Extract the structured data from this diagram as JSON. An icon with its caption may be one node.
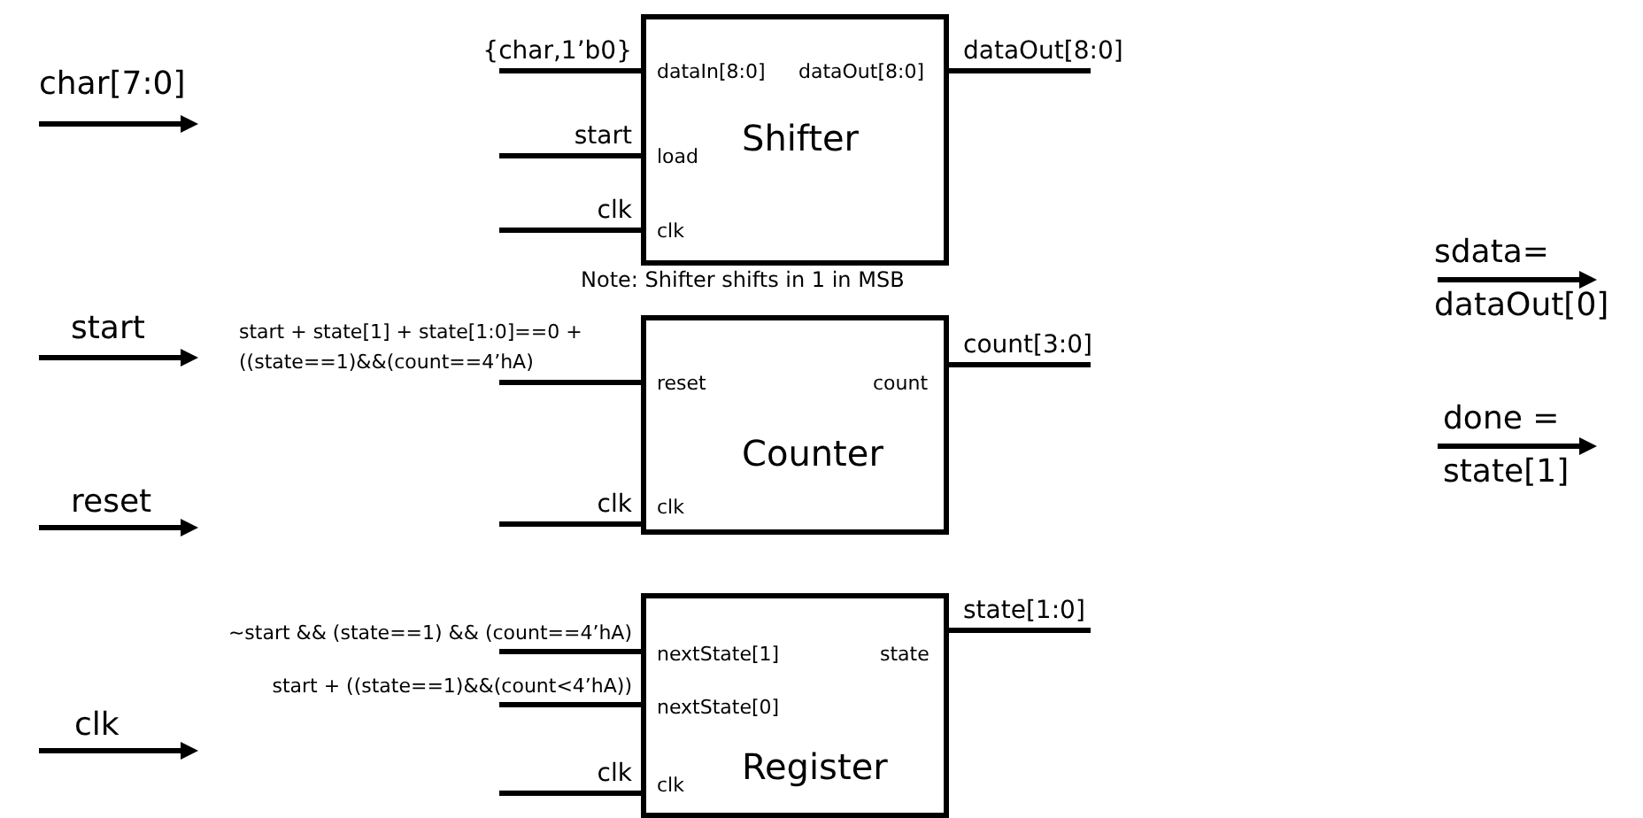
{
  "diagram": {
    "nodes": [
      {
        "text": [
          "dataIn[8:0]",
          "dataOut[8:0]",
          "Shifter",
          "load",
          "clk"
        ]
      },
      {
        "text": [
          "reset",
          "count",
          "Counter",
          "clk"
        ]
      },
      {
        "text": [
          "nextState[1]",
          "state",
          "nextState[0]",
          "Register",
          "clk"
        ]
      }
    ],
    "edges": [
      {
        "from": null,
        "to": 0,
        "arrow": "none",
        "label": "{char,1’b0}"
      },
      {
        "from": null,
        "to": 0,
        "arrow": "none",
        "label": "start"
      },
      {
        "from": null,
        "to": 0,
        "arrow": "none",
        "label": "clk"
      },
      {
        "from": 0,
        "to": null,
        "arrow": "none",
        "label": "dataOut[8:0]"
      },
      {
        "from": null,
        "to": 1,
        "arrow": "none",
        "label": "start + state[1] + state[1:0]==0 + ((state==1)&&(count==4’hA)"
      },
      {
        "from": null,
        "to": 1,
        "arrow": "none",
        "label": "clk"
      },
      {
        "from": 1,
        "to": null,
        "arrow": "none",
        "label": "count[3:0]"
      },
      {
        "from": null,
        "to": 2,
        "arrow": "none",
        "label": "~start && (state==1) && (count==4’hA)"
      },
      {
        "from": null,
        "to": 2,
        "arrow": "none",
        "label": "start + ((state==1)&&(count<4’hA))"
      },
      {
        "from": null,
        "to": 2,
        "arrow": "none",
        "label": "clk"
      },
      {
        "from": 2,
        "to": null,
        "arrow": "none",
        "label": "state[1:0]"
      }
    ],
    "labels": [
      "char[7:0]",
      "Note: Shifter shifts in 1 in MSB",
      "sdata= dataOut[0]",
      "start",
      "done = state[1]",
      "reset",
      "clk"
    ]
  }
}
